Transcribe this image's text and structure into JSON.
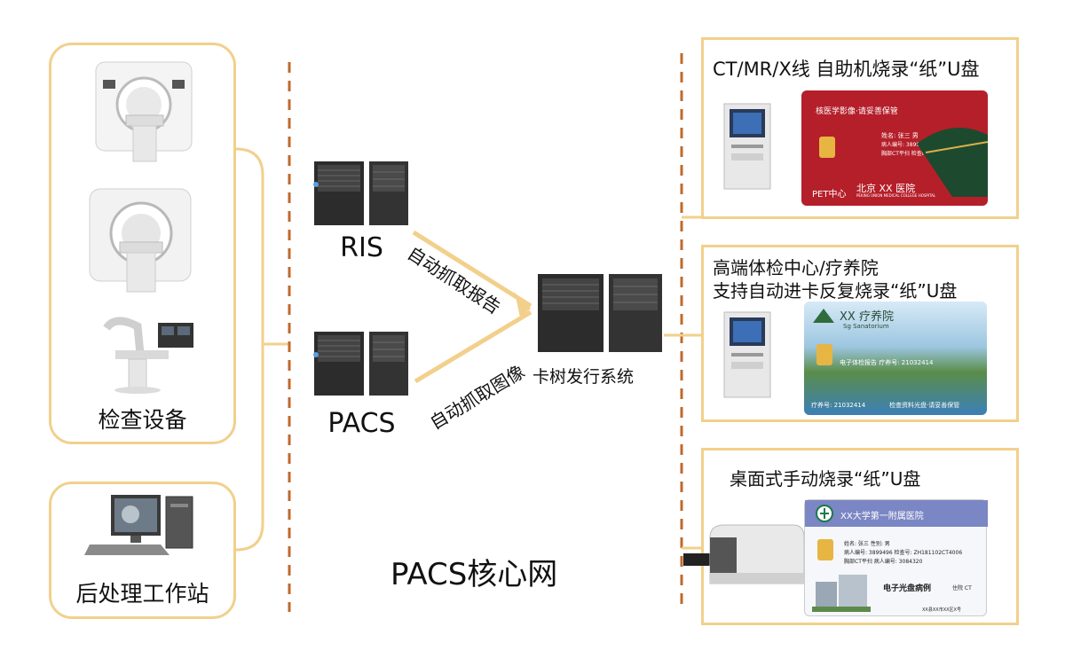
{
  "left": {
    "devices_label": "检查设备",
    "workstation_label": "后处理工作站"
  },
  "middle": {
    "ris_label": "RIS",
    "pacs_label": "PACS",
    "arrow_report": "自动抓取报告",
    "arrow_image": "自动抓取图像",
    "issuer_label": "卡树发行系统",
    "core_label": "PACS核心网"
  },
  "right": {
    "box1": {
      "title": "CT/MR/X线 自助机烧录“纸”U盘",
      "card_header": "核医学影像·请妥善保管",
      "card_footer_left": "PET中心",
      "card_hospital": "北京 XX 医院",
      "card_hospital_en": "PEKING UNION MEDICAL COLLEGE HOSPITAL",
      "card_name": "姓名:  张三     男",
      "card_id": "病人编号: 3899496  检查号: ZH181102CT4006",
      "card_exam": "胸部CT平扫  检查时间: 2018/11/2"
    },
    "box2": {
      "title_line1": "高端体检中心/疗养院",
      "title_line2": "支持自动进卡反复烧录“纸”U盘",
      "card_header": "XX 疗养院",
      "card_header_en": "Sg Sanatorium",
      "card_mid": "电子体检报告   疗养号: 21032414",
      "card_footer_left": "疗养号:  21032414",
      "card_footer_right": "检查资料光盘·请妥善保管"
    },
    "box3": {
      "title": "桌面式手动烧录“纸”U盘",
      "card_header": "XX大学第一附属医院",
      "card_name": "姓名:  张三      性别: 男",
      "card_id": "病人编号: 3899496  检查号: ZH181102CT4006",
      "card_exam": "胸部CT平扫   病人编号: 3084320",
      "card_title": "电子光盘病例",
      "card_dept": "住院 CT",
      "card_bottom": "XX县XX市XX区X号"
    }
  },
  "colors": {
    "panel_border": "#f2d08c",
    "dashed_line": "#c0692c",
    "connector": "#f2d08c",
    "card_red": "#b51f2a",
    "card_blue": "#7b86c4"
  }
}
